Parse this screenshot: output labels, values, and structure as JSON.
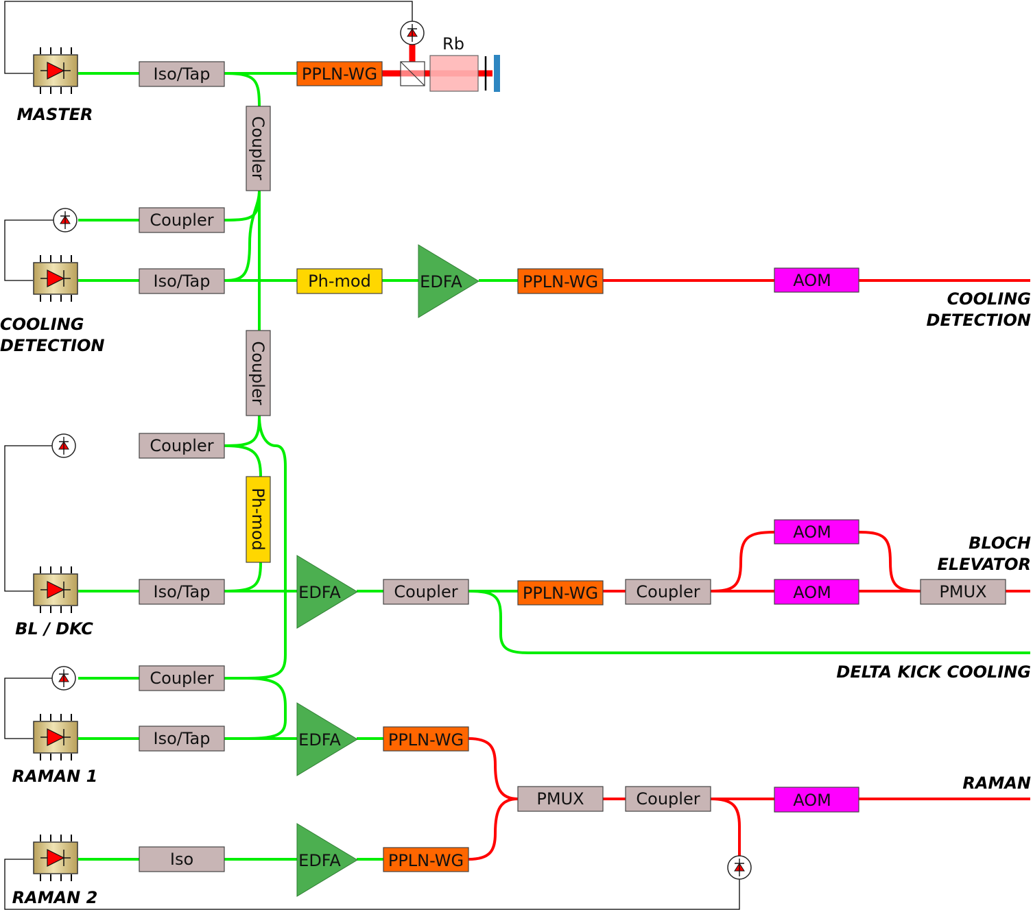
{
  "labels": {
    "master": "MASTER",
    "cooling_left_1": "COOLING",
    "cooling_left_2": "DETECTION",
    "bl_dkc": "BL / DKC",
    "raman1": "RAMAN 1",
    "raman2": "RAMAN 2",
    "cooling_right_1": "COOLING",
    "cooling_right_2": "DETECTION",
    "bloch_1": "BLOCH",
    "bloch_2": "ELEVATOR",
    "delta_kick": "DELTA KICK COOLING",
    "raman_out": "RAMAN",
    "rb": "Rb"
  },
  "boxes": {
    "iso_tap": "Iso/Tap",
    "iso": "Iso",
    "coupler": "Coupler",
    "pplnwg": "PPLN-WG",
    "phmod": "Ph-mod",
    "edfa": "EDFA",
    "aom": "AOM",
    "pmux": "PMUX"
  },
  "colors": {
    "green_fiber": "#00ee00",
    "red_fiber": "#ff0000",
    "grey_box": "#c8b5b5",
    "ppln": "#ff6600",
    "phmod": "#ffd700",
    "aom": "#ff00ff",
    "edfa": "#4caf50",
    "rb_cell": "#ffb6b6",
    "mirror": "#2e86c1"
  }
}
